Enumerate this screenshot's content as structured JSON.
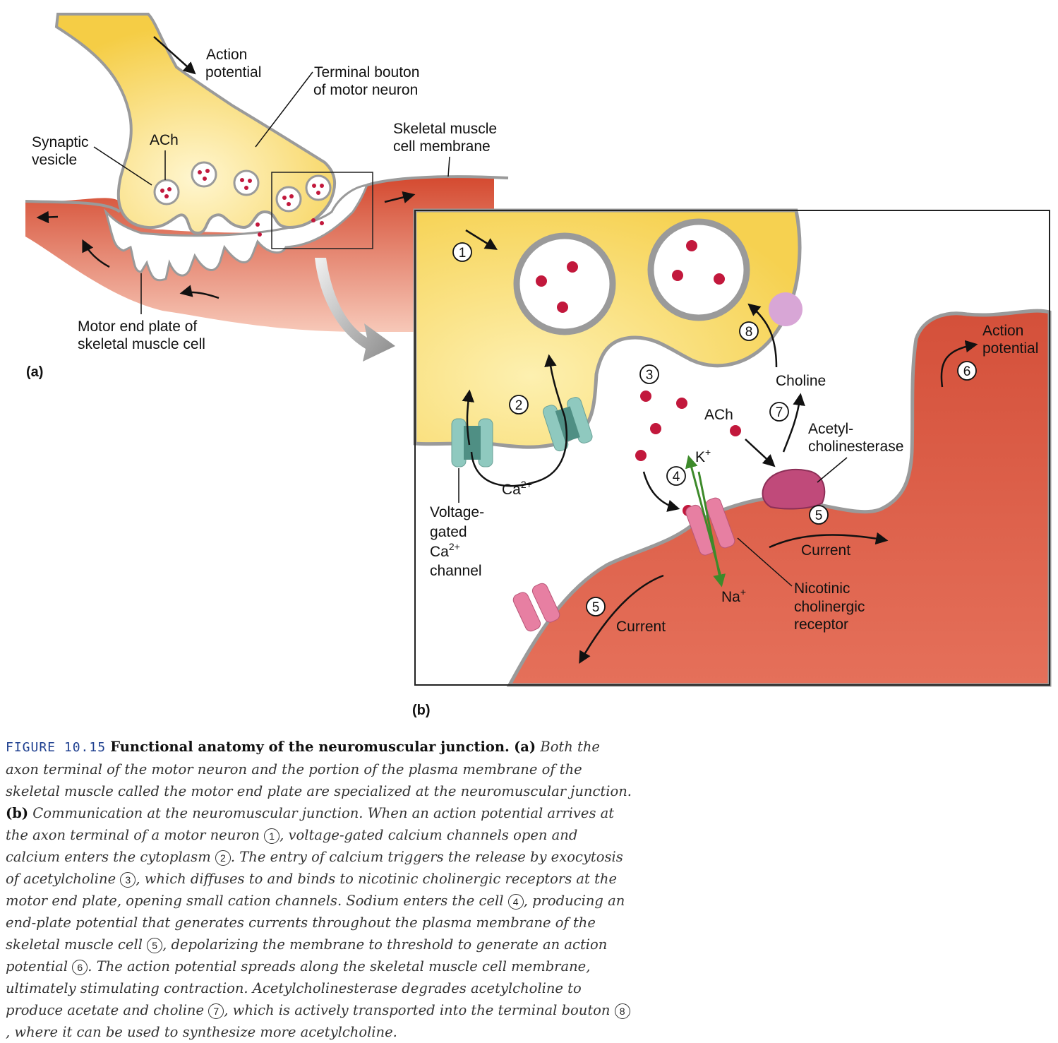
{
  "panel_a": {
    "label": "(a)",
    "action_potential": [
      "Action",
      "potential"
    ],
    "terminal_bouton": [
      "Terminal bouton",
      "of motor neuron"
    ],
    "synaptic_vesicle": [
      "Synaptic",
      "vesicle"
    ],
    "ach": "ACh",
    "skeletal_membrane": [
      "Skeletal muscle",
      "cell membrane"
    ],
    "motor_end_plate": [
      "Motor end plate of",
      "skeletal muscle cell"
    ]
  },
  "panel_b": {
    "label": "(b)",
    "steps": {
      "s1": "1",
      "s2": "2",
      "s3": "3",
      "s4": "4",
      "s5": "5",
      "s6": "6",
      "s7": "7",
      "s8": "8"
    },
    "ca_ion": "Ca",
    "ca_sup": "2+",
    "channel_label": [
      "Voltage-",
      "gated",
      "Ca",
      "channel"
    ],
    "ach": "ACh",
    "k_ion": "K",
    "k_sup": "+",
    "na_ion": "Na",
    "na_sup": "+",
    "choline": "Choline",
    "acetylcholinesterase": [
      "Acetyl-",
      "cholinesterase"
    ],
    "current": "Current",
    "action_potential": [
      "Action",
      "potential"
    ],
    "receptor": [
      "Nicotinic",
      "cholinergic",
      "receptor"
    ]
  },
  "caption": {
    "figure_number": "FIGURE 10.15",
    "title": "Functional anatomy of the neuromuscular junction.",
    "part_a": "(a)",
    "text_a": "Both the axon terminal of the motor neuron and the portion of the plasma membrane of the skeletal muscle called the motor end plate are specialized at the neuromuscular junction.",
    "part_b": "(b)",
    "text_b1": "Communication at the neuromuscular junction. When an action potential arrives at the axon terminal of a motor neuron",
    "text_b2": ", voltage-gated calcium channels open and calcium enters the cytoplasm",
    "text_b3": ". The entry of calcium triggers the release by exocytosis of acetylcholine",
    "text_b4": ", which diffuses to and binds to nicotinic cholinergic receptors at the motor end plate, opening small cation channels. Sodium enters the cell",
    "text_b5": ", producing an end-plate potential that generates currents throughout the plasma membrane of the skeletal muscle cell",
    "text_b6": ", depolarizing the membrane to threshold to generate an action potential",
    "text_b7": ". The action potential spreads along the skeletal muscle cell membrane, ultimately stimulating contraction. Acetylcholinesterase degrades acetylcholine to produce acetate and choline",
    "text_b8": ", which is actively transported into the terminal bouton",
    "text_b9": ", where it can be used to synthesize more acetylcholine.",
    "n1": "1",
    "n2": "2",
    "n3": "3",
    "n4": "4",
    "n5": "5",
    "n6": "6",
    "n7": "7",
    "n8": "8"
  },
  "colors": {
    "neuron": "#f7d14a",
    "muscle": "#d9593a",
    "membrane": "#9a9a9a",
    "ach_dot": "#c2183c",
    "esterase": "#c04a7a",
    "receptor": "#e77fa2",
    "channel": "#8fc9bf",
    "choline": "#d8a6d6",
    "ion_arrow": "#3d8a2a"
  }
}
